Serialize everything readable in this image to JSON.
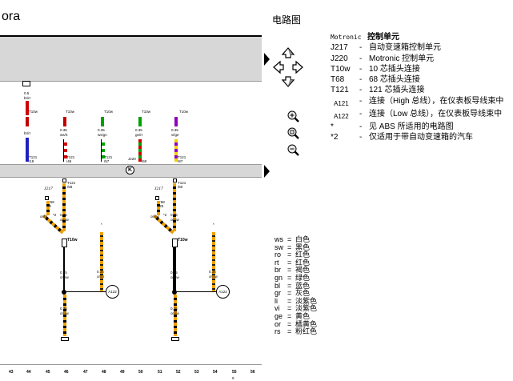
{
  "window": {
    "title": "ora",
    "diagram_title": "电路图"
  },
  "legend": {
    "header_code": "Motronic",
    "header_desc": "控制单元",
    "items": [
      {
        "code": "J217",
        "desc": "自动变速箱控制单元"
      },
      {
        "code": "J220",
        "desc": "Motronic 控制单元"
      },
      {
        "code": "T10w",
        "desc": "10 芯插头连接"
      },
      {
        "code": "T68",
        "desc": "68 芯插头连接"
      },
      {
        "code": "T121",
        "desc": "121 芯插头连接"
      },
      {
        "code": "A121",
        "desc": "连接（High 总线），在仪表板导线束中"
      },
      {
        "code": "A122",
        "desc": "连接（Low 总线），在仪表板导线束中"
      },
      {
        "code": "*",
        "desc": "见 ABS 所适用的电路图"
      },
      {
        "code": "*2",
        "desc": "仅适用于带自动变速箱的汽车"
      }
    ]
  },
  "wire_colors": [
    {
      "code": "ws",
      "name": "白色"
    },
    {
      "code": "sw",
      "name": "黑色"
    },
    {
      "code": "ro",
      "name": "红色"
    },
    {
      "code": "rt",
      "name": "红色"
    },
    {
      "code": "br",
      "name": "褐色"
    },
    {
      "code": "gn",
      "name": "绿色"
    },
    {
      "code": "bl",
      "name": "蓝色"
    },
    {
      "code": "gr",
      "name": "灰色"
    },
    {
      "code": "li",
      "name": "淡紫色"
    },
    {
      "code": "vi",
      "name": "淡紫色"
    },
    {
      "code": "ge",
      "name": "黄色"
    },
    {
      "code": "or",
      "name": "橘黄色"
    },
    {
      "code": "rs",
      "name": "粉红色"
    }
  ],
  "icons": {
    "nav": "navigation-cross-icon",
    "zoom": [
      "zoom-in-icon",
      "zoom-fit-icon",
      "zoom-out-icon"
    ],
    "pager": "next-page-arrow-icon"
  },
  "diagram": {
    "mid_marker": "K",
    "top_wires": [
      {
        "size": "0.5",
        "color": "br/rt",
        "top_conn": "T10w",
        "bot_conn": "T121",
        "bot_pin": "/18"
      },
      {
        "size": "0.35",
        "color": "ws/rt",
        "top_conn": "T10w",
        "bot_conn": "T121",
        "bot_pin": "/46"
      },
      {
        "size": "0.35",
        "color": "ws/gn",
        "top_conn": "T10w",
        "bot_conn": "T121",
        "bot_pin": "/57"
      },
      {
        "size": "0.35",
        "color": "ge/rt",
        "top_conn": "T10w",
        "bot_conn": "J220",
        "bot_pin": "/60"
      },
      {
        "size": "0.35",
        "color": "vi/ge",
        "top_conn": "T10w",
        "bot_conn": "T121",
        "bot_pin": "/87"
      }
    ],
    "left_group": {
      "j_label": "J217",
      "t68": "T68",
      "t68_pin": "/3",
      "t121": "T121",
      "t121_pin": "/58",
      "wire_a": "or/br",
      "wire_b": "or/sw",
      "joint": "T10w",
      "size": "0.35",
      "side_wire": "or/br",
      "a122": "A122",
      "star": "*2",
      "star2": "*"
    },
    "right_group": {
      "j_label": "J217",
      "t68": "T68",
      "t68_pin": "/25",
      "t121": "T121",
      "t121_pin": "/60",
      "wire_a": "or/sw",
      "wire_b": "or/sw",
      "joint": "T10w",
      "size": "0.35",
      "side_wire": "or/sw",
      "a122": "A122",
      "star": "*2",
      "star2": "*"
    },
    "columns": [
      "43",
      "44",
      "45",
      "46",
      "47",
      "48",
      "49",
      "50",
      "51",
      "52",
      "53",
      "54",
      "55",
      "56"
    ],
    "footer_code": "9"
  }
}
